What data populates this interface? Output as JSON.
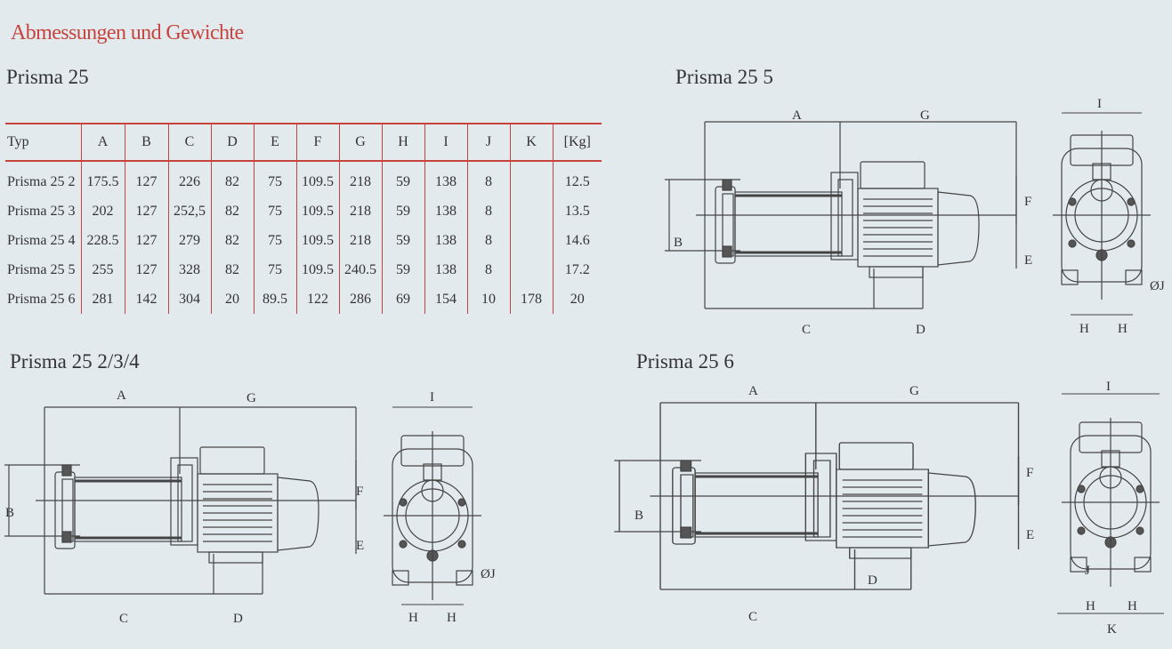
{
  "title": "Abmessungen und Gewichte",
  "sections": {
    "table_title": "Prisma 25",
    "drawing_25_5": "Prisma 25 5",
    "drawing_25_234": "Prisma 25 2/3/4",
    "drawing_25_6": "Prisma 25 6"
  },
  "table": {
    "headers": [
      "Typ",
      "A",
      "B",
      "C",
      "D",
      "E",
      "F",
      "G",
      "H",
      "I",
      "J",
      "K",
      "[Kg]"
    ],
    "rows": [
      [
        "Prisma 25 2",
        "175.5",
        "127",
        "226",
        "82",
        "75",
        "109.5",
        "218",
        "59",
        "138",
        "8",
        "",
        "12.5"
      ],
      [
        "Prisma 25 3",
        "202",
        "127",
        "252,5",
        "82",
        "75",
        "109.5",
        "218",
        "59",
        "138",
        "8",
        "",
        "13.5"
      ],
      [
        "Prisma 25 4",
        "228.5",
        "127",
        "279",
        "82",
        "75",
        "109.5",
        "218",
        "59",
        "138",
        "8",
        "",
        "14.6"
      ],
      [
        "Prisma 25 5",
        "255",
        "127",
        "328",
        "82",
        "75",
        "109.5",
        "240.5",
        "59",
        "138",
        "8",
        "",
        "17.2"
      ],
      [
        "Prisma 25 6",
        "281",
        "142",
        "304",
        "20",
        "89.5",
        "122",
        "286",
        "69",
        "154",
        "10",
        "178",
        "20"
      ]
    ]
  },
  "dim_labels": {
    "a": "A",
    "b": "B",
    "c": "C",
    "d": "D",
    "e": "E",
    "f": "F",
    "g": "G",
    "h": "H",
    "i": "I",
    "j": "J",
    "k": "K",
    "oj": "ØJ"
  },
  "colors": {
    "accent": "#c8433d",
    "background": "#e3eaee",
    "line": "#333333"
  }
}
